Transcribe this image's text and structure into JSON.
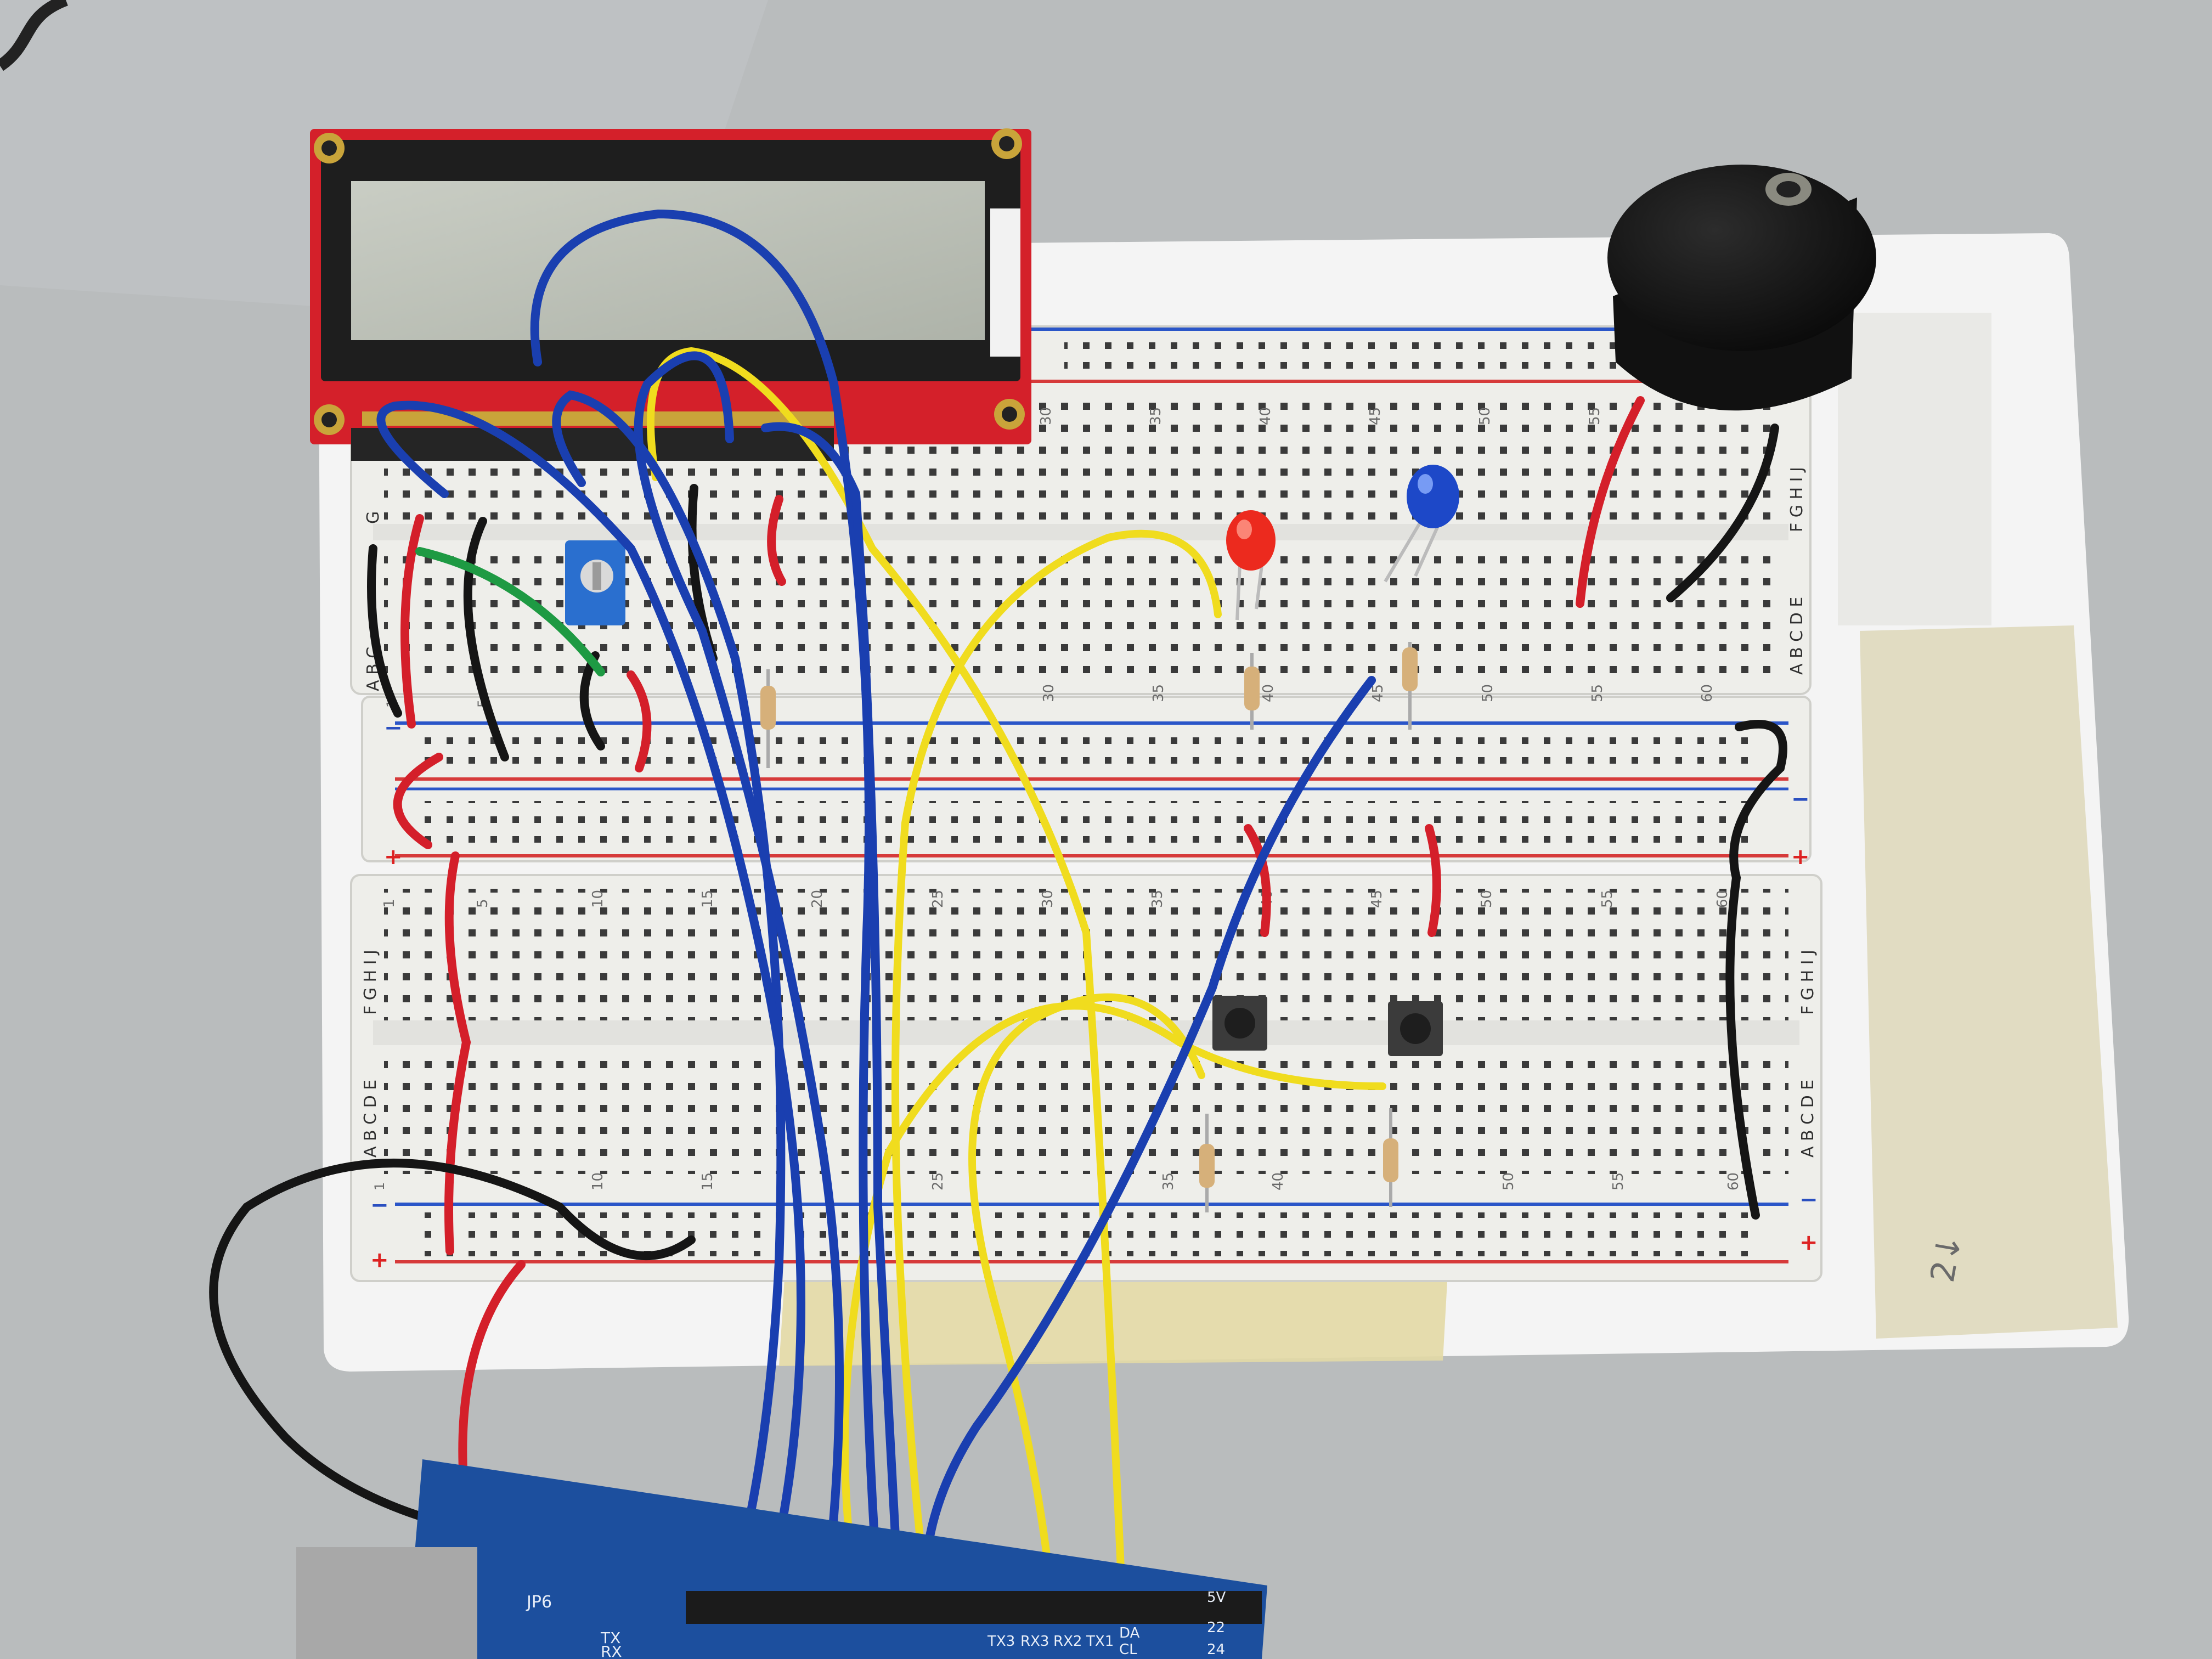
{
  "breadboard": {
    "col_labels_top": [
      "30",
      "35",
      "40",
      "45",
      "50",
      "55"
    ],
    "col_labels_mid": [
      "30",
      "35",
      "40",
      "45",
      "50",
      "55",
      "60"
    ],
    "col_labels_lower_top": [
      "1",
      "5",
      "10",
      "15",
      "20",
      "25",
      "30",
      "35",
      "40",
      "45",
      "50",
      "55",
      "60"
    ],
    "col_labels_bottom": [
      "10",
      "15",
      "25",
      "35",
      "40",
      "50",
      "55",
      "60"
    ],
    "row_letters_top": "F G H I J",
    "row_letters_upper": "A B C D E",
    "row_letters_left_lower": "F G H I J",
    "row_letters_left_bottom": "A B C D E",
    "rail_plus": "+",
    "rail_minus": "−",
    "left_g": "G",
    "left_abc": "A B C",
    "left_one": "1",
    "left_five": "5"
  },
  "arduino": {
    "labels": [
      "JP6",
      "TX",
      "RX",
      "TX3",
      "RX3",
      "RX2",
      "TX1",
      "DA",
      "CL",
      "5V",
      "22",
      "24"
    ]
  },
  "tape_marking": "2↓"
}
